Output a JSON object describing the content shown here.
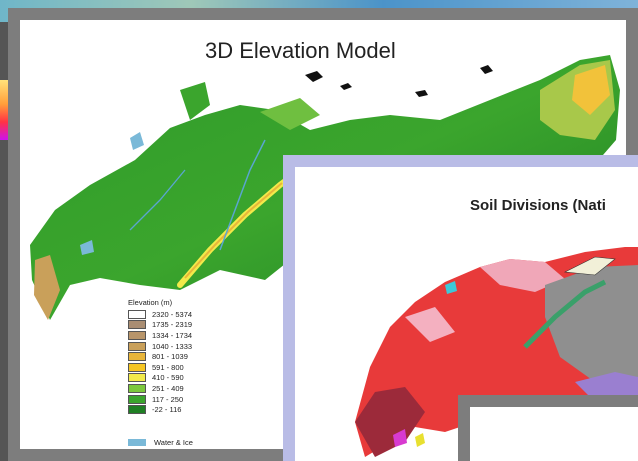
{
  "elevation_panel": {
    "title": "3D Elevation Model",
    "legend_title": "Elevation (m)",
    "legend": [
      {
        "label": "2320 - 5374",
        "color": "#ffffff"
      },
      {
        "label": "1735 - 2319",
        "color": "#a98d72"
      },
      {
        "label": "1334 - 1734",
        "color": "#b8956a"
      },
      {
        "label": "1040 - 1333",
        "color": "#c9a05a"
      },
      {
        "label": "801 - 1039",
        "color": "#e8b53a"
      },
      {
        "label": "591 - 800",
        "color": "#f6c623"
      },
      {
        "label": "410 - 590",
        "color": "#f2ea4a"
      },
      {
        "label": "251 - 409",
        "color": "#7cc83c"
      },
      {
        "label": "117 - 250",
        "color": "#3ba52d"
      },
      {
        "label": "-22 - 116",
        "color": "#1f7f24"
      }
    ],
    "water_label": "Water & Ice",
    "water_color": "#7ab9d8"
  },
  "soil_panel": {
    "title": "Soil Divisions (Nati"
  }
}
